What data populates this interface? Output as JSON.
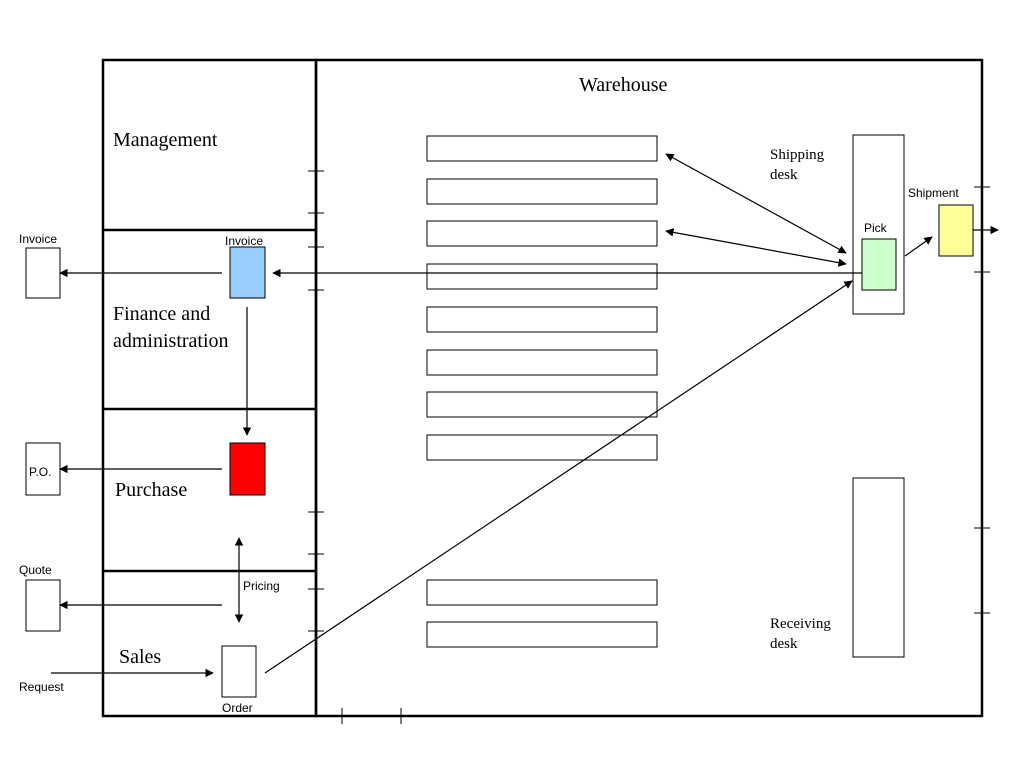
{
  "labels": {
    "warehouse": "Warehouse",
    "management": "Management",
    "finance_line1": "Finance and",
    "finance_line2": "administration",
    "purchase": "Purchase",
    "sales": "Sales",
    "shipping_line1": "Shipping",
    "shipping_line2": "desk",
    "receiving_line1": "Receiving",
    "receiving_line2": "desk",
    "pick": "Pick",
    "shipment": "Shipment",
    "invoice_outside": "Invoice",
    "invoice_inside": "Invoice",
    "po": "P.O.",
    "quote": "Quote",
    "pricing": "Pricing",
    "order": "Order",
    "request": "Request"
  },
  "colors": {
    "invoice_doc": "#99ccff",
    "purchase_doc": "#ff0000",
    "pick_doc": "#ccffcc",
    "shipment_doc": "#ffff99"
  }
}
